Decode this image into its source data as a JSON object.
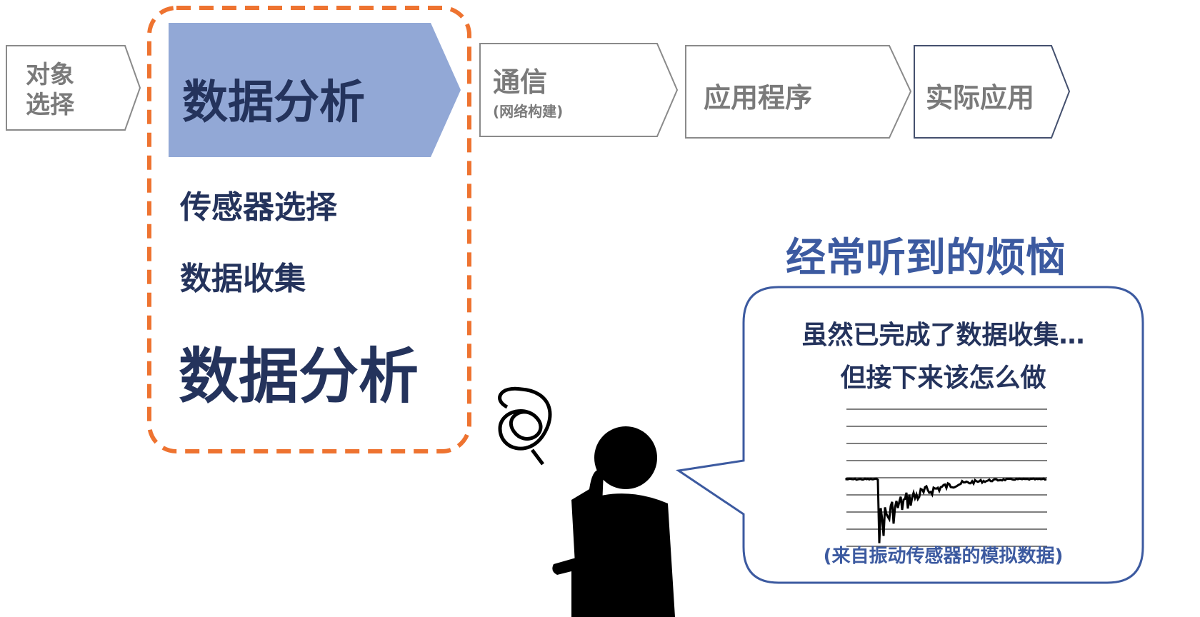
{
  "steps": [
    {
      "label_line1": "对象",
      "label_line2": "选择"
    },
    {
      "label": "数据分析"
    },
    {
      "label": "通信",
      "sublabel": "(网络构建)"
    },
    {
      "label": "应用程序"
    },
    {
      "label": "实际应用"
    }
  ],
  "substeps": [
    "传感器选择",
    "数据收集",
    "数据分析"
  ],
  "concern_title": "经常听到的烦恼",
  "bubble": {
    "line1": "虽然已完成了数据收集…",
    "line2": "但接下来该怎么做",
    "caption": "(来自振动传感器的模拟数据)"
  },
  "colors": {
    "accent": "#ee7330",
    "active_step": "#92a8d6",
    "navy": "#24335c",
    "blue": "#3c5aa0",
    "gray": "#7a7a7a"
  }
}
